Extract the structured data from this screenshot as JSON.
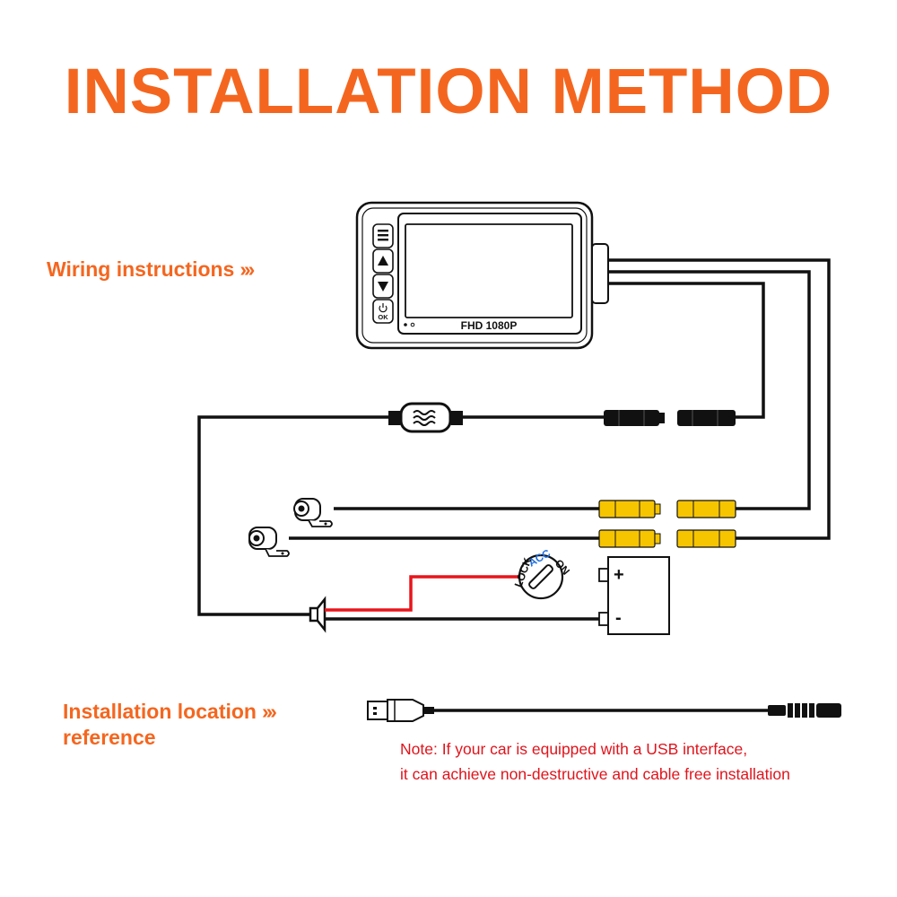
{
  "title": "INSTALLATION METHOD",
  "wiring_label": "Wiring instructions",
  "install_label": {
    "line1": "Installation location",
    "line2": "reference"
  },
  "chevrons": "›››",
  "device": {
    "screen_text": "FHD 1080P",
    "ok_label": "OK"
  },
  "ignition": {
    "acc": "ACC",
    "on": "ON",
    "lock": "LOCK"
  },
  "battery": {
    "plus": "+",
    "minus": "-"
  },
  "note": {
    "line1": "Note: If your car is equipped with a USB interface,",
    "line2": "it can achieve non-destructive and cable free installation"
  },
  "colors": {
    "accent": "#f4661f",
    "note_text": "#e0141c",
    "power_wire": "#e8141b",
    "connector_yellow": "#f7c500",
    "acc_blue": "#1f6fe0"
  }
}
